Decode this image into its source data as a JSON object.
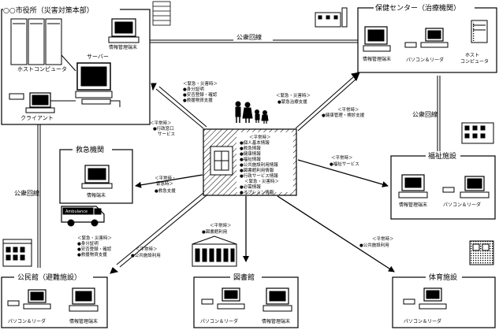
{
  "boxes": {
    "city_hall": {
      "title": "○○市役所（災害対策本部）",
      "host_computer": "ホストコンピュータ",
      "server": "サーバー",
      "client": "クライアント",
      "info_terminal": "情報管理端末"
    },
    "health_center": {
      "title": "保健センター（治療機関）",
      "info_terminal": "情報管理端末",
      "pc_reader": "パソコン＆リーダ",
      "host_computer": "ホスト\nコンピュータ"
    },
    "emergency": {
      "title": "救急機関",
      "terminal": "情報端末"
    },
    "welfare": {
      "title": "福祉施設",
      "info_terminal": "情報管理端末",
      "pc_reader": "パソコン＆リーダ"
    },
    "community_hall": {
      "title": "公民館（避難施設）",
      "pc_reader": "パソコン＆リーダ",
      "info_terminal": "情報管理端末"
    },
    "library": {
      "title": "図書館",
      "pc_reader": "パソコン＆リーダ",
      "info_terminal": "情報管理端末"
    },
    "gym": {
      "title": "体育施設",
      "pc_reader": "パソコン＆リーダ"
    }
  },
  "center_card": {
    "lines": [
      "＜平常時＞",
      "●個人基本情報",
      "●救急情報",
      "●健康情報",
      "●福祉情報",
      "●公共施設利用情報",
      "●図書館利用情報",
      "●行政サービス情報",
      "＜緊急・災害時＞",
      "●必需情報",
      "●オプション情報"
    ]
  },
  "lines": {
    "public_line": "公衆回線"
  },
  "annotations": {
    "city_emergency": [
      "＜緊急・災害時＞",
      "●身分証明",
      "●安否登録・確認",
      "●救援物資支援"
    ],
    "city_normal": [
      "＜平常時＞",
      "●行政窓口",
      "サービス"
    ],
    "health_emergency": [
      "＜緊急・災害時＞",
      "●緊急治療支援"
    ],
    "health_normal": [
      "＜平常時＞",
      "●健康管理・検診支援"
    ],
    "emergency_agency": [
      "＜平常時・",
      "緊急時＞",
      "●救急支援"
    ],
    "welfare": [
      "＜平常時＞",
      "●福祉サービス"
    ],
    "hall_emergency": [
      "＜緊急・災害時＞",
      "●身分証明",
      "●安否登録・確認",
      "●救援物資支援"
    ],
    "hall_normal": [
      "＜平常時＞",
      "●公共施設利用"
    ],
    "library": [
      "＜平常時＞",
      "●図書館利用"
    ],
    "gym": [
      "＜平常時＞",
      "●公共施設利用"
    ]
  },
  "vehicle": {
    "ambulance": "Ambulance"
  }
}
